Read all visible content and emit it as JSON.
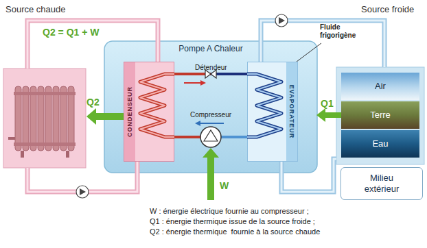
{
  "diagram": {
    "nodes": [
      {
        "text": [
          "Pompe A Chaleur"
        ]
      },
      {
        "text": [
          "CONDENSEUR"
        ],
        "in": 0
      },
      {
        "text": [
          "EVAPORATEUR"
        ],
        "in": 0
      },
      {
        "text": [
          "Air"
        ]
      },
      {
        "text": [
          "Terre"
        ]
      },
      {
        "text": [
          "Eau"
        ]
      },
      {
        "text": [
          "Milieu extérieur"
        ]
      }
    ],
    "edges": [
      {
        "from": 1,
        "to": 2,
        "arrow": "none"
      },
      {
        "from": 2,
        "to": 1,
        "arrow": "none"
      },
      {
        "from": 4,
        "to": 0,
        "arrow": "to",
        "label": "Q1"
      }
    ],
    "labels": [
      "Source chaude",
      "Source froide",
      "Q2 = Q1 + W",
      "Q2",
      "Détendeur",
      "Compresseur",
      "Fluide frigorigène",
      "W",
      "W : énergie électrique fournie au compresseur ;",
      "Q1 : énergie thermique issue de la source froide ;",
      "Q2 : énergie thermique  fournie à la source chaude"
    ]
  }
}
